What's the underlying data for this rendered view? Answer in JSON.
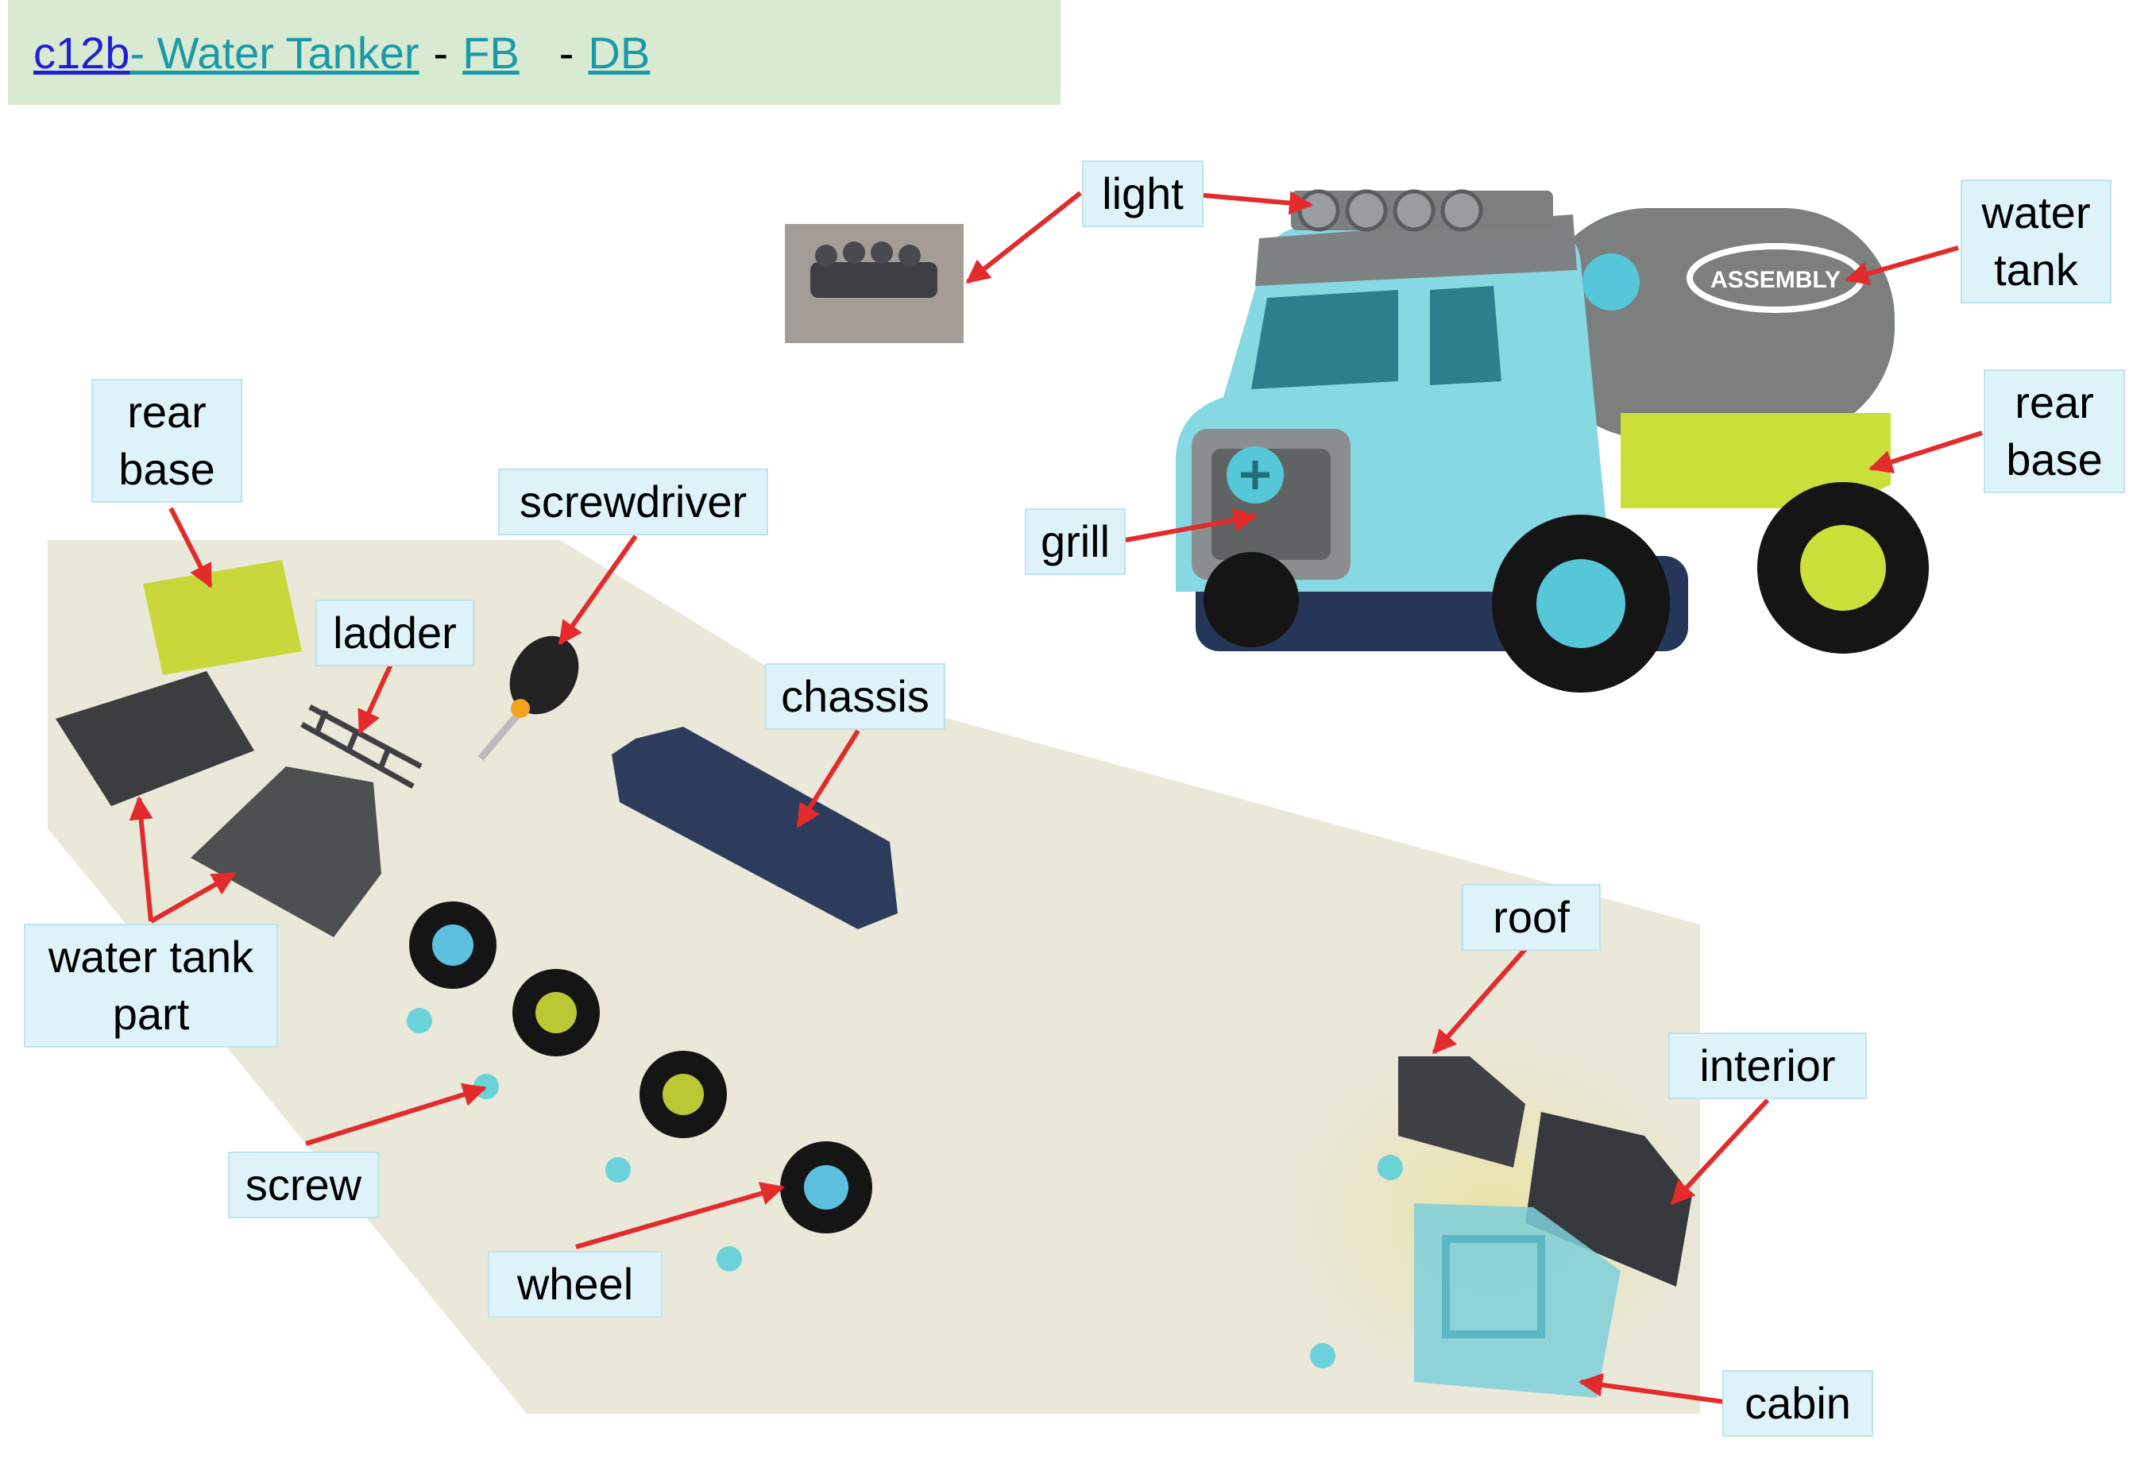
{
  "header": {
    "code": "c12b",
    "title": " - Water Tanker ",
    "dash1": "-",
    "fb": "FB",
    "dash2": "-",
    "db": "DB"
  },
  "labels": {
    "light": "light",
    "water_tank": "water\ntank",
    "rear_base_right": "rear\nbase",
    "grill": "grill",
    "rear_base_left": "rear\nbase",
    "screwdriver": "screwdriver",
    "ladder": "ladder",
    "chassis": "chassis",
    "water_tank_part": "water tank\npart",
    "roof": "roof",
    "interior": "interior",
    "screw": "screw",
    "wheel": "wheel",
    "cabin": "cabin"
  },
  "brand": "ASSEMBLY",
  "colors": {
    "arrow": "#e32b2b",
    "cabin": "#86d8e3",
    "tank": "#7b7f7e",
    "base": "#c9df3a",
    "chassis": "#2d3c5d",
    "wheel": "#151515"
  }
}
